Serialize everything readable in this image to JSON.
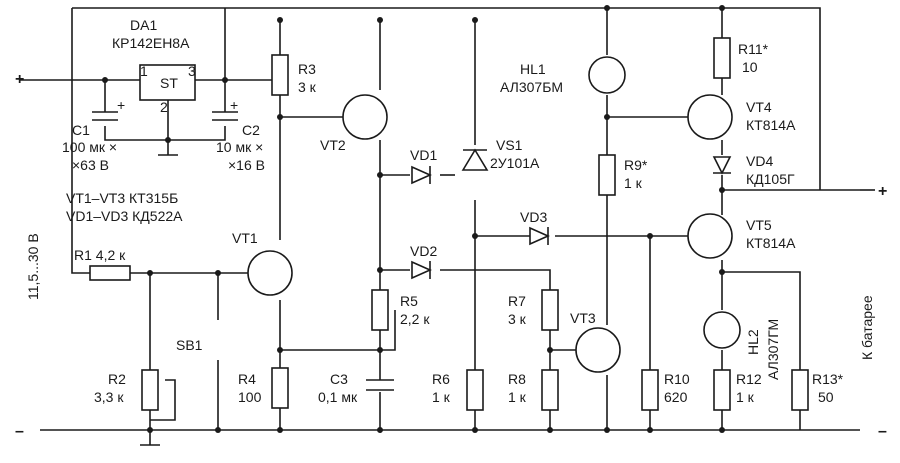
{
  "chips": {
    "da1_ref": "DA1",
    "da1_type": "КР142ЕН8А",
    "pin1": "1",
    "pin2": "2",
    "pin3": "3",
    "st": "ST"
  },
  "supply": {
    "range": "11,5...30 В",
    "plus_left": "+",
    "minus_left": "–",
    "plus_right": "+",
    "minus_right": "–",
    "battery": "К батарее"
  },
  "notes": {
    "vt_group": "VT1–VT3 КТ315Б",
    "vd_group": "VD1–VD3 КД522А"
  },
  "caps": {
    "c1_ref": "C1",
    "c1_val_a": "100 мк ×",
    "c1_val_b": "×63 В",
    "c1_plus": "+",
    "c2_ref": "C2",
    "c2_val_a": "10 мк ×",
    "c2_val_b": "×16 В",
    "c2_plus": "+",
    "c3_ref": "C3",
    "c3_val": "0,1 мк"
  },
  "resistors": {
    "r1": "R1 4,2 к",
    "r2_ref": "R2",
    "r2_val": "3,3 к",
    "r3_ref": "R3",
    "r3_val": "3 к",
    "r4_ref": "R4",
    "r4_val": "100",
    "r5_ref": "R5",
    "r5_val": "2,2 к",
    "r6_ref": "R6",
    "r6_val": "1 к",
    "r7_ref": "R7",
    "r7_val": "3 к",
    "r8_ref": "R8",
    "r8_val": "1 к",
    "r9_ref": "R9*",
    "r9_val": "1 к",
    "r10_ref": "R10",
    "r10_val": "620",
    "r11_ref": "R11*",
    "r11_val": "10",
    "r12_ref": "R12",
    "r12_val": "1 к",
    "r13_ref": "R13*",
    "r13_val": "50"
  },
  "semis": {
    "vt1": "VT1",
    "vt2": "VT2",
    "vt3": "VT3",
    "vt4_ref": "VT4",
    "vt4_type": "КТ814А",
    "vt5_ref": "VT5",
    "vt5_type": "КТ814А",
    "vd1": "VD1",
    "vd2": "VD2",
    "vd3": "VD3",
    "vd4_ref": "VD4",
    "vd4_type": "КД105Г",
    "vs1_ref": "VS1",
    "vs1_type": "2У101А",
    "hl1_ref": "HL1",
    "hl1_type": "АЛ307БМ",
    "hl2_ref": "HL2",
    "hl2_type": "АЛ307ГМ",
    "sb1": "SB1"
  },
  "colors": {
    "ink": "#1a1a1a",
    "paper": "#ffffff"
  }
}
